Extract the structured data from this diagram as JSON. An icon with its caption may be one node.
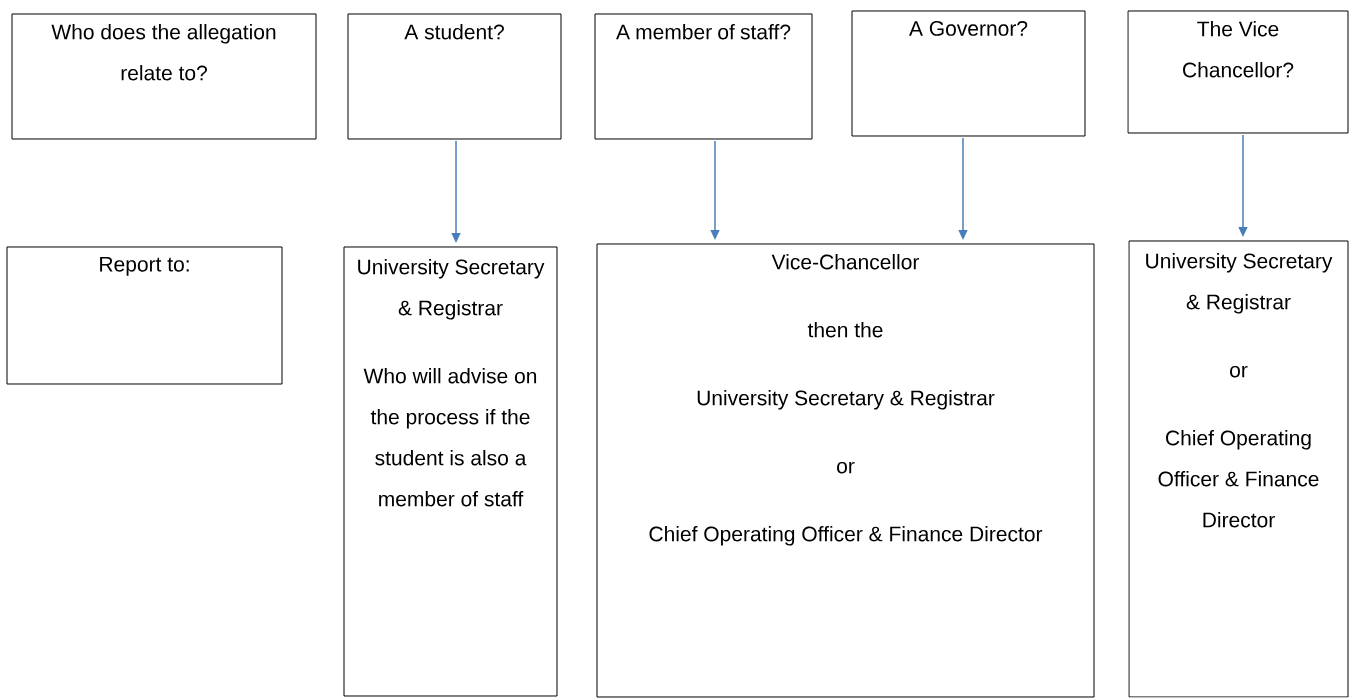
{
  "diagram": {
    "nodes": [
      {
        "text": [
          "Who does the allegation relate to?"
        ]
      },
      {
        "text": [
          "A student?"
        ]
      },
      {
        "text": [
          "A member of staff?"
        ]
      },
      {
        "text": [
          "A Governor?"
        ]
      },
      {
        "text": [
          "The Vice Chancellor?"
        ]
      },
      {
        "text": [
          "Report to:"
        ]
      },
      {
        "text": [
          "University Secretary & Registrar",
          "Who will advise on the process if the student is also a member of staff"
        ]
      },
      {
        "text": [
          "Vice-Chancellor",
          "then the",
          "University Secretary & Registrar",
          "or",
          "Chief Operating Officer & Finance Director"
        ]
      },
      {
        "text": [
          "University Secretary & Registrar",
          "or",
          "Chief Operating Officer & Finance Director"
        ]
      }
    ],
    "edges": [
      {
        "from": 1,
        "to": 6,
        "arrow": "to"
      },
      {
        "from": 2,
        "to": 7,
        "arrow": "to"
      },
      {
        "from": 3,
        "to": 7,
        "arrow": "to"
      },
      {
        "from": 4,
        "to": 8,
        "arrow": "to"
      }
    ]
  }
}
